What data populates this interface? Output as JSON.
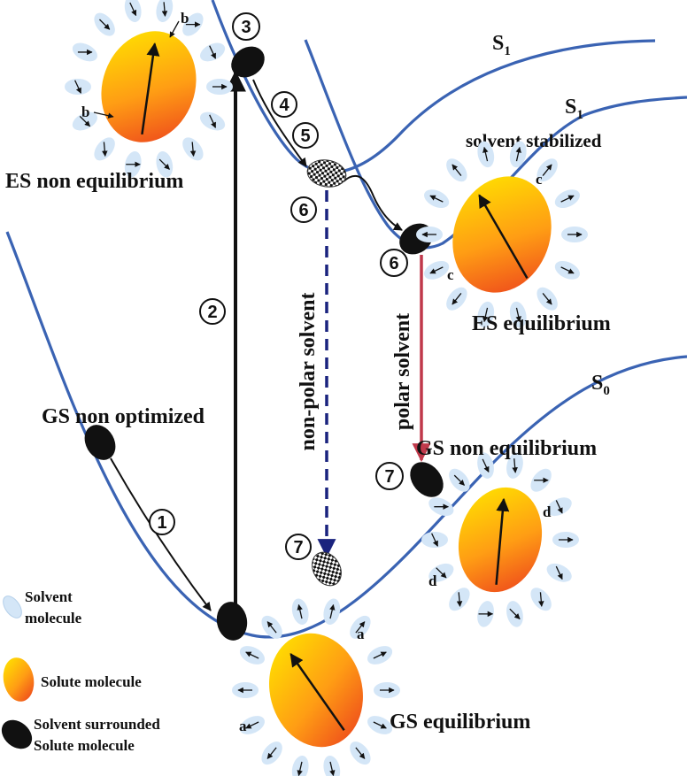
{
  "curves": {
    "s1_upper": "S",
    "s1_upper_sub": "1",
    "s1_lower": "S",
    "s1_lower_sub": "1",
    "s1_lower_note": "solvent stabilized",
    "s0": "S",
    "s0_sub": "0"
  },
  "states": {
    "es_non_equilibrium": "ES non equilibrium",
    "es_equilibrium": "ES equilibrium",
    "gs_non_optimized": "GS non optimized",
    "gs_non_equilibrium": "GS non equilibrium",
    "gs_equilibrium": "GS equilibrium"
  },
  "paths": {
    "non_polar": "non-polar solvent",
    "polar": "polar solvent"
  },
  "steps": [
    "1",
    "2",
    "3",
    "4",
    "5",
    "6",
    "6",
    "7",
    "7"
  ],
  "solvent_tags": {
    "a": "a",
    "b": "b",
    "c": "c",
    "d": "d"
  },
  "legend": {
    "solvent": [
      "Solvent",
      "molecule"
    ],
    "solute": "Solute molecule",
    "surrounded": [
      "Solvent surrounded",
      "Solute molecule"
    ]
  },
  "colors": {
    "curve": "#3a63b3",
    "polar_arrow": "#c0394b",
    "nonpolar_arrow": "#1a237e",
    "solvent": "#d4e6f7",
    "solute_top": "#ffd000",
    "solute_bottom": "#f05a1e"
  }
}
